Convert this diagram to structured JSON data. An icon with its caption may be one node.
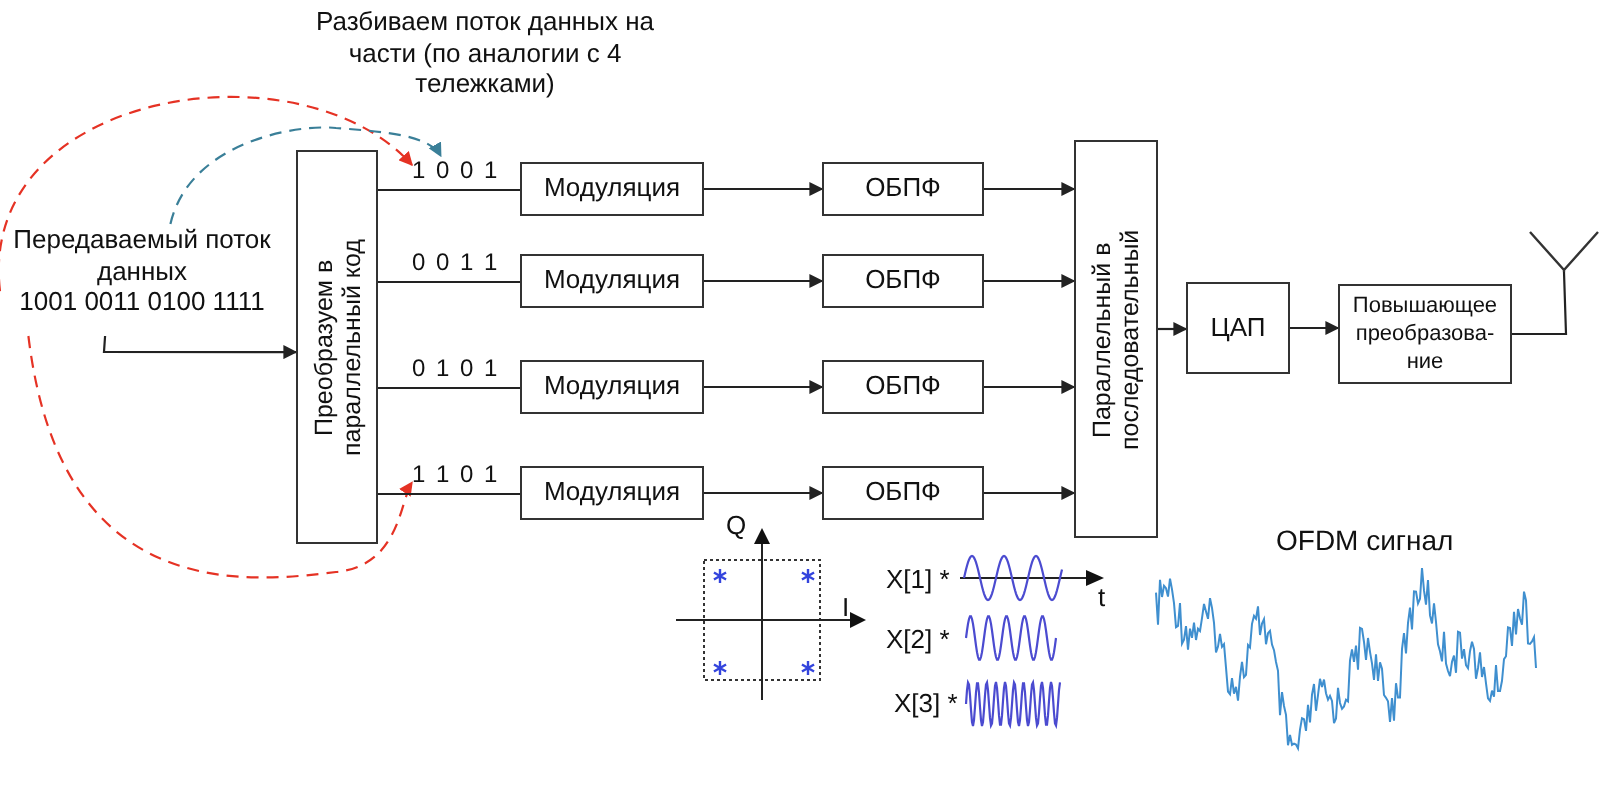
{
  "diagram": {
    "nodes": [
      {
        "text": [
          "Передаваемый поток данных",
          "1001 0011 0100 1111"
        ]
      },
      {
        "text": [
          "Преобразуем в параллельный код"
        ]
      },
      {
        "text": [
          "1 0 0 1"
        ]
      },
      {
        "text": [
          "Модуляция"
        ]
      },
      {
        "text": [
          "ОБПФ"
        ]
      },
      {
        "text": [
          "0 0 1 1"
        ]
      },
      {
        "text": [
          "Модуляция"
        ]
      },
      {
        "text": [
          "ОБПФ"
        ]
      },
      {
        "text": [
          "0 1 0 1"
        ]
      },
      {
        "text": [
          "Модуляция"
        ]
      },
      {
        "text": [
          "ОБПФ"
        ]
      },
      {
        "text": [
          "1 1 0 1"
        ]
      },
      {
        "text": [
          "Модуляция"
        ]
      },
      {
        "text": [
          "ОБПФ"
        ]
      },
      {
        "text": [
          "Параллельный в последовательный"
        ]
      },
      {
        "text": [
          "ЦАП"
        ]
      },
      {
        "text": [
          "Повышающее преобразова- ние"
        ]
      },
      {
        "text": [],
        "shape": "antenna"
      }
    ],
    "edges": [
      {
        "from": 0,
        "to": 1,
        "arrow": "to"
      },
      {
        "from": 0,
        "to": 2,
        "arrow": "to",
        "style": "dashed",
        "color": "#e53224"
      },
      {
        "from": 0,
        "to": 2,
        "arrow": "to",
        "style": "dashed",
        "color": "#3a7f98"
      },
      {
        "from": 0,
        "to": 11,
        "arrow": "to",
        "style": "dashed",
        "color": "#e53224"
      },
      {
        "from": 1,
        "to": 3,
        "arrow": "none"
      },
      {
        "from": 3,
        "to": 4,
        "arrow": "to"
      },
      {
        "from": 4,
        "to": 14,
        "arrow": "to"
      },
      {
        "from": 1,
        "to": 6,
        "arrow": "none"
      },
      {
        "from": 6,
        "to": 7,
        "arrow": "to"
      },
      {
        "from": 7,
        "to": 14,
        "arrow": "to"
      },
      {
        "from": 1,
        "to": 9,
        "arrow": "none"
      },
      {
        "from": 9,
        "to": 10,
        "arrow": "to"
      },
      {
        "from": 10,
        "to": 14,
        "arrow": "to"
      },
      {
        "from": 1,
        "to": 12,
        "arrow": "none"
      },
      {
        "from": 12,
        "to": 13,
        "arrow": "to"
      },
      {
        "from": 13,
        "to": 14,
        "arrow": "to"
      },
      {
        "from": 14,
        "to": 15,
        "arrow": "to"
      },
      {
        "from": 15,
        "to": 16,
        "arrow": "to"
      },
      {
        "from": 16,
        "to": 17,
        "arrow": "none"
      }
    ],
    "labels": [
      "Разбиваем поток данных на части (по аналогии с 4 тележками)",
      "Q",
      "I",
      "X[1] *",
      "t",
      "X[2] *",
      "X[3] *",
      "OFDM сигнал"
    ]
  }
}
